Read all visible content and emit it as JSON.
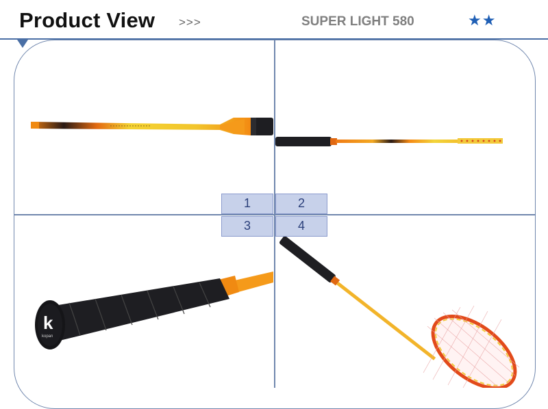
{
  "header": {
    "title": "Product View",
    "arrows": ">>>",
    "model": "SUPER LIGHT 580",
    "stars": "★★"
  },
  "images": [
    {
      "name": "racket-side-view-1",
      "kind": "photo"
    },
    {
      "name": "racket-side-view-2",
      "kind": "photo"
    },
    {
      "name": "racket-handle-closeup",
      "kind": "photo",
      "logo_text": "k",
      "logo_sub": "kopan"
    },
    {
      "name": "racket-full-view",
      "kind": "photo"
    }
  ],
  "selector": [
    "1",
    "2",
    "3",
    "4"
  ],
  "colors": {
    "accent": "#1f5fb5",
    "frame_line": "#6f86ad",
    "button_fill": "#c7d1ea",
    "racket_orange": "#f59a1a",
    "racket_yellow": "#f2d43a",
    "grip": "#1e1e22"
  }
}
